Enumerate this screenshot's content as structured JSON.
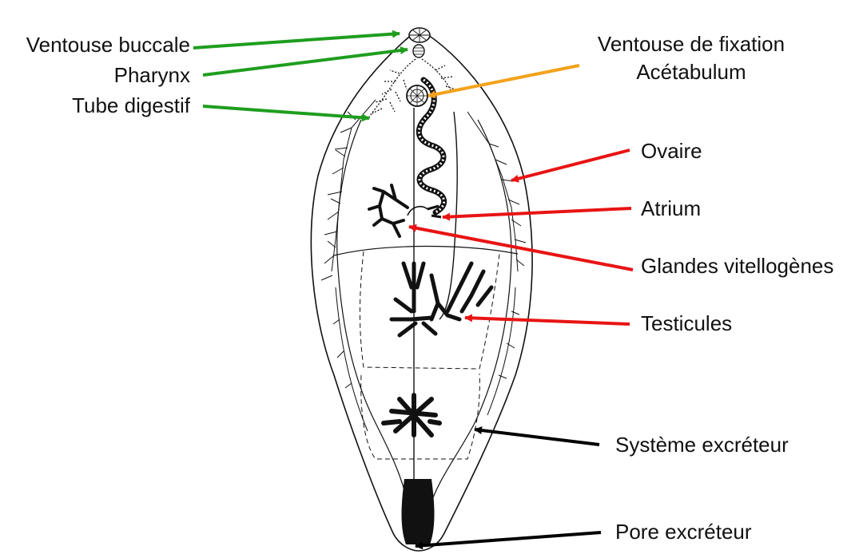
{
  "diagram": {
    "labels": {
      "ventouse_buccale": "Ventouse buccale",
      "pharynx": "Pharynx",
      "tube_digestif": "Tube digestif",
      "ventouse_fixation_line1": "Ventouse de fixation",
      "ventouse_fixation_line2": "Acétabulum",
      "ovaire": "Ovaire",
      "atrium": "Atrium",
      "glandes": "Glandes vitellogènes",
      "testicules": "Testicules",
      "systeme": "Système excréteur",
      "pore": "Pore excréteur"
    },
    "colors": {
      "digestive": "#1e9e1e",
      "acetabulum": "#f4a21c",
      "reproductive": "#e81414",
      "excretory": "#000000",
      "drawing": "#111111"
    }
  }
}
